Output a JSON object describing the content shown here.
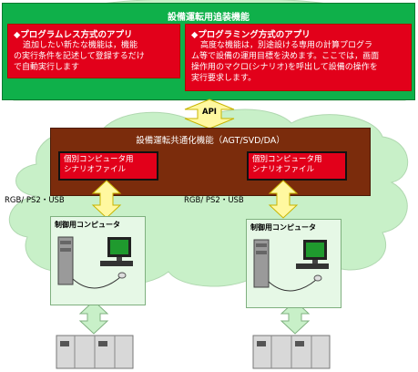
{
  "top_box": {
    "title": "設備運転用追装機能",
    "panels": [
      {
        "title": "◆プログラムレス方式のアプリ",
        "lines": [
          "追加したい新たな機能は，機能",
          "の実行条件を記述して登録するだけ",
          "で自動実行します"
        ]
      },
      {
        "title": "◆プログラミング方式のアプリ",
        "lines": [
          "高度な機能は，別途設ける専用の計算プログラ",
          "ム等で設備の運用目標を決めます。ここでは，画面",
          "操作用のマクロ(シナリオ)を呼出して設備の操作を",
          "実行要求します。"
        ]
      }
    ]
  },
  "api_label": "API",
  "middle_box": {
    "title": "設備運転共通化機能（AGT/SVD/DA）",
    "files": [
      {
        "line1": "個別コンピュータ用",
        "line2": "シナリオファイル"
      },
      {
        "line1": "個別コンピュータ用",
        "line2": "シナリオファイル"
      }
    ]
  },
  "links": [
    "RGB/ PS2・USB",
    "RGB/ PS2・USB"
  ],
  "computers": [
    "制御用コンピュータ",
    "制御用コンピュータ"
  ],
  "colors": {
    "cloud": "#c8f0c8",
    "green": "#0fb04a",
    "brown": "#7b2c0c",
    "red": "#e2001a",
    "arrow": "#fff8a0"
  }
}
